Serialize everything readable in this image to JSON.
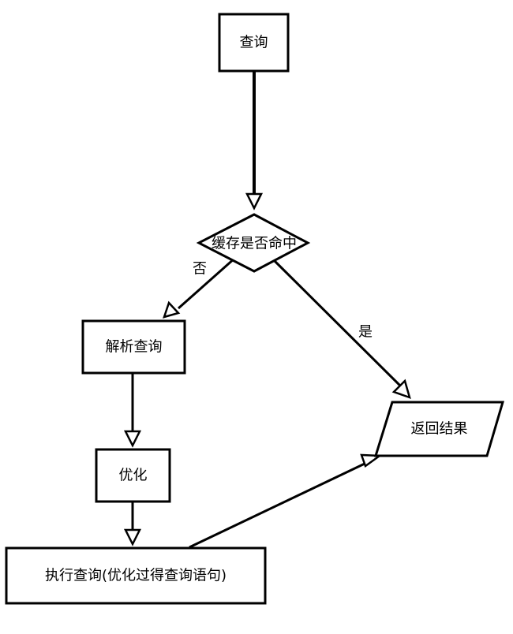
{
  "nodes": {
    "query": "查询",
    "cache_hit": "缓存是否命中",
    "parse": "解析查询",
    "optimize": "优化",
    "execute": "执行查询(优化过得查询语句)",
    "return": "返回结果"
  },
  "edges": {
    "no_label": "否",
    "yes_label": "是"
  }
}
